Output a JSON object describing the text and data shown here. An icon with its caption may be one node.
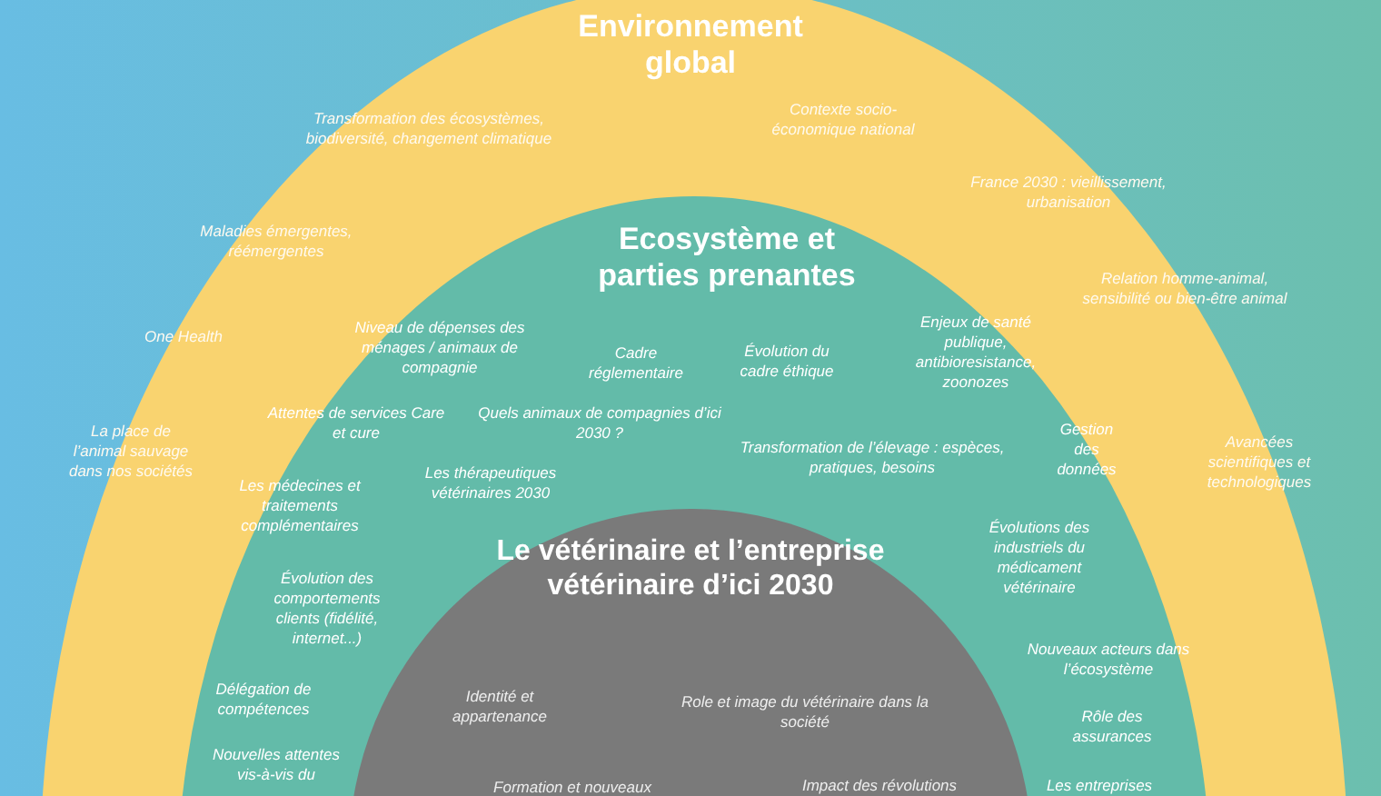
{
  "diagram": {
    "nodes": [
      {
        "text": [
          "Environnement global"
        ]
      },
      {
        "text": [
          "Ecosystème et parties prenantes"
        ],
        "in": 0
      },
      {
        "text": [
          "Le vétérinaire et l’entreprise vétérinaire d’ici 2030"
        ],
        "in": 1
      }
    ],
    "labels": [
      "Transformation des écosystèmes, biodiversité, changement climatique",
      "Contexte socio-économique national",
      "France 2030 : vieillissement, urbanisation",
      "Maladies émergentes, réémergentes",
      "Relation homme-animal, sensibilité ou bien-être animal",
      "One Health",
      "La place de l’animal sauvage dans nos sociétés",
      "Avancées scientifiques et technologiques",
      "Niveau de dépenses des ménages / animaux de compagnie",
      "Cadre réglementaire",
      "Évolution du cadre éthique",
      "Enjeux de santé publique, antibioresistance, zoonozes",
      "Attentes de services Care et cure",
      "Quels animaux de compagnies d’ici 2030 ?",
      "Gestion des données",
      "Transformation de l’élevage : espèces, pratiques, besoins",
      "Les thérapeutiques vétérinaires 2030",
      "Les médecines et traitements complémentaires",
      "Évolutions des industriels du médicament vétérinaire",
      "Évolution des comportements clients (fidélité, internet...)",
      "Nouveaux acteurs dans l’écosystème",
      "Délégation de compétences",
      "Identité et appartenance",
      "Role et image du vétérinaire dans la société",
      "Rôle des assurances",
      "Nouvelles attentes vis-à-vis du",
      "Formation et nouveaux",
      "Impact des révolutions",
      "Les entreprises"
    ]
  }
}
